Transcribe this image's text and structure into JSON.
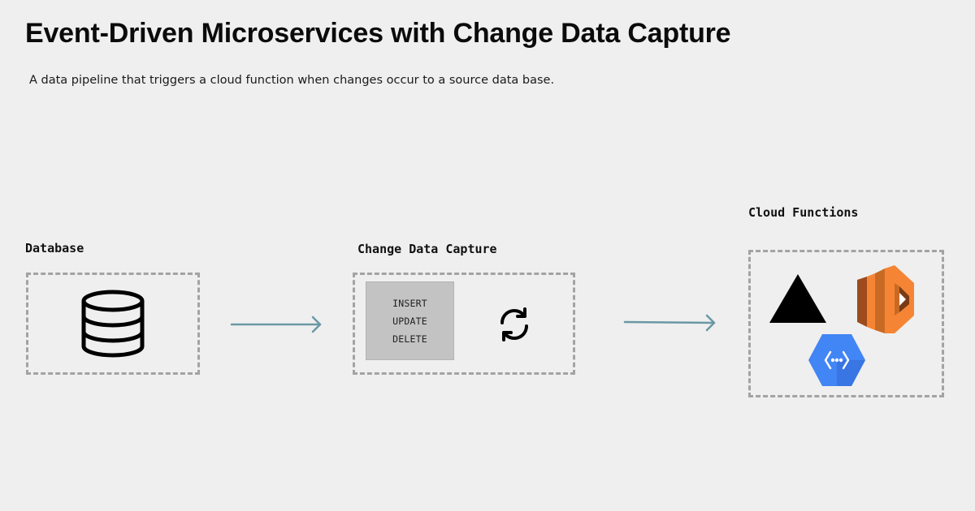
{
  "header": {
    "title": "Event-Driven Microservices with Change Data Capture",
    "subtitle": "A data pipeline that triggers a cloud function when changes occur to a source data base."
  },
  "nodes": {
    "database": {
      "label": "Database",
      "icon": "database-icon"
    },
    "cdc": {
      "label": "Change Data Capture",
      "operations": [
        "INSERT",
        "UPDATE",
        "DELETE"
      ],
      "icon": "sync-icon"
    },
    "cloud_functions": {
      "label": "Cloud Functions",
      "icons": [
        "vercel-triangle-icon",
        "aws-lambda-icon",
        "gcp-cloud-functions-icon"
      ]
    }
  },
  "colors": {
    "background": "#efefef",
    "dashed_border": "#a3a3a3",
    "arrow": "#6a98a5",
    "aws_orange": "#f58534",
    "gcp_blue": "#4285f4"
  }
}
